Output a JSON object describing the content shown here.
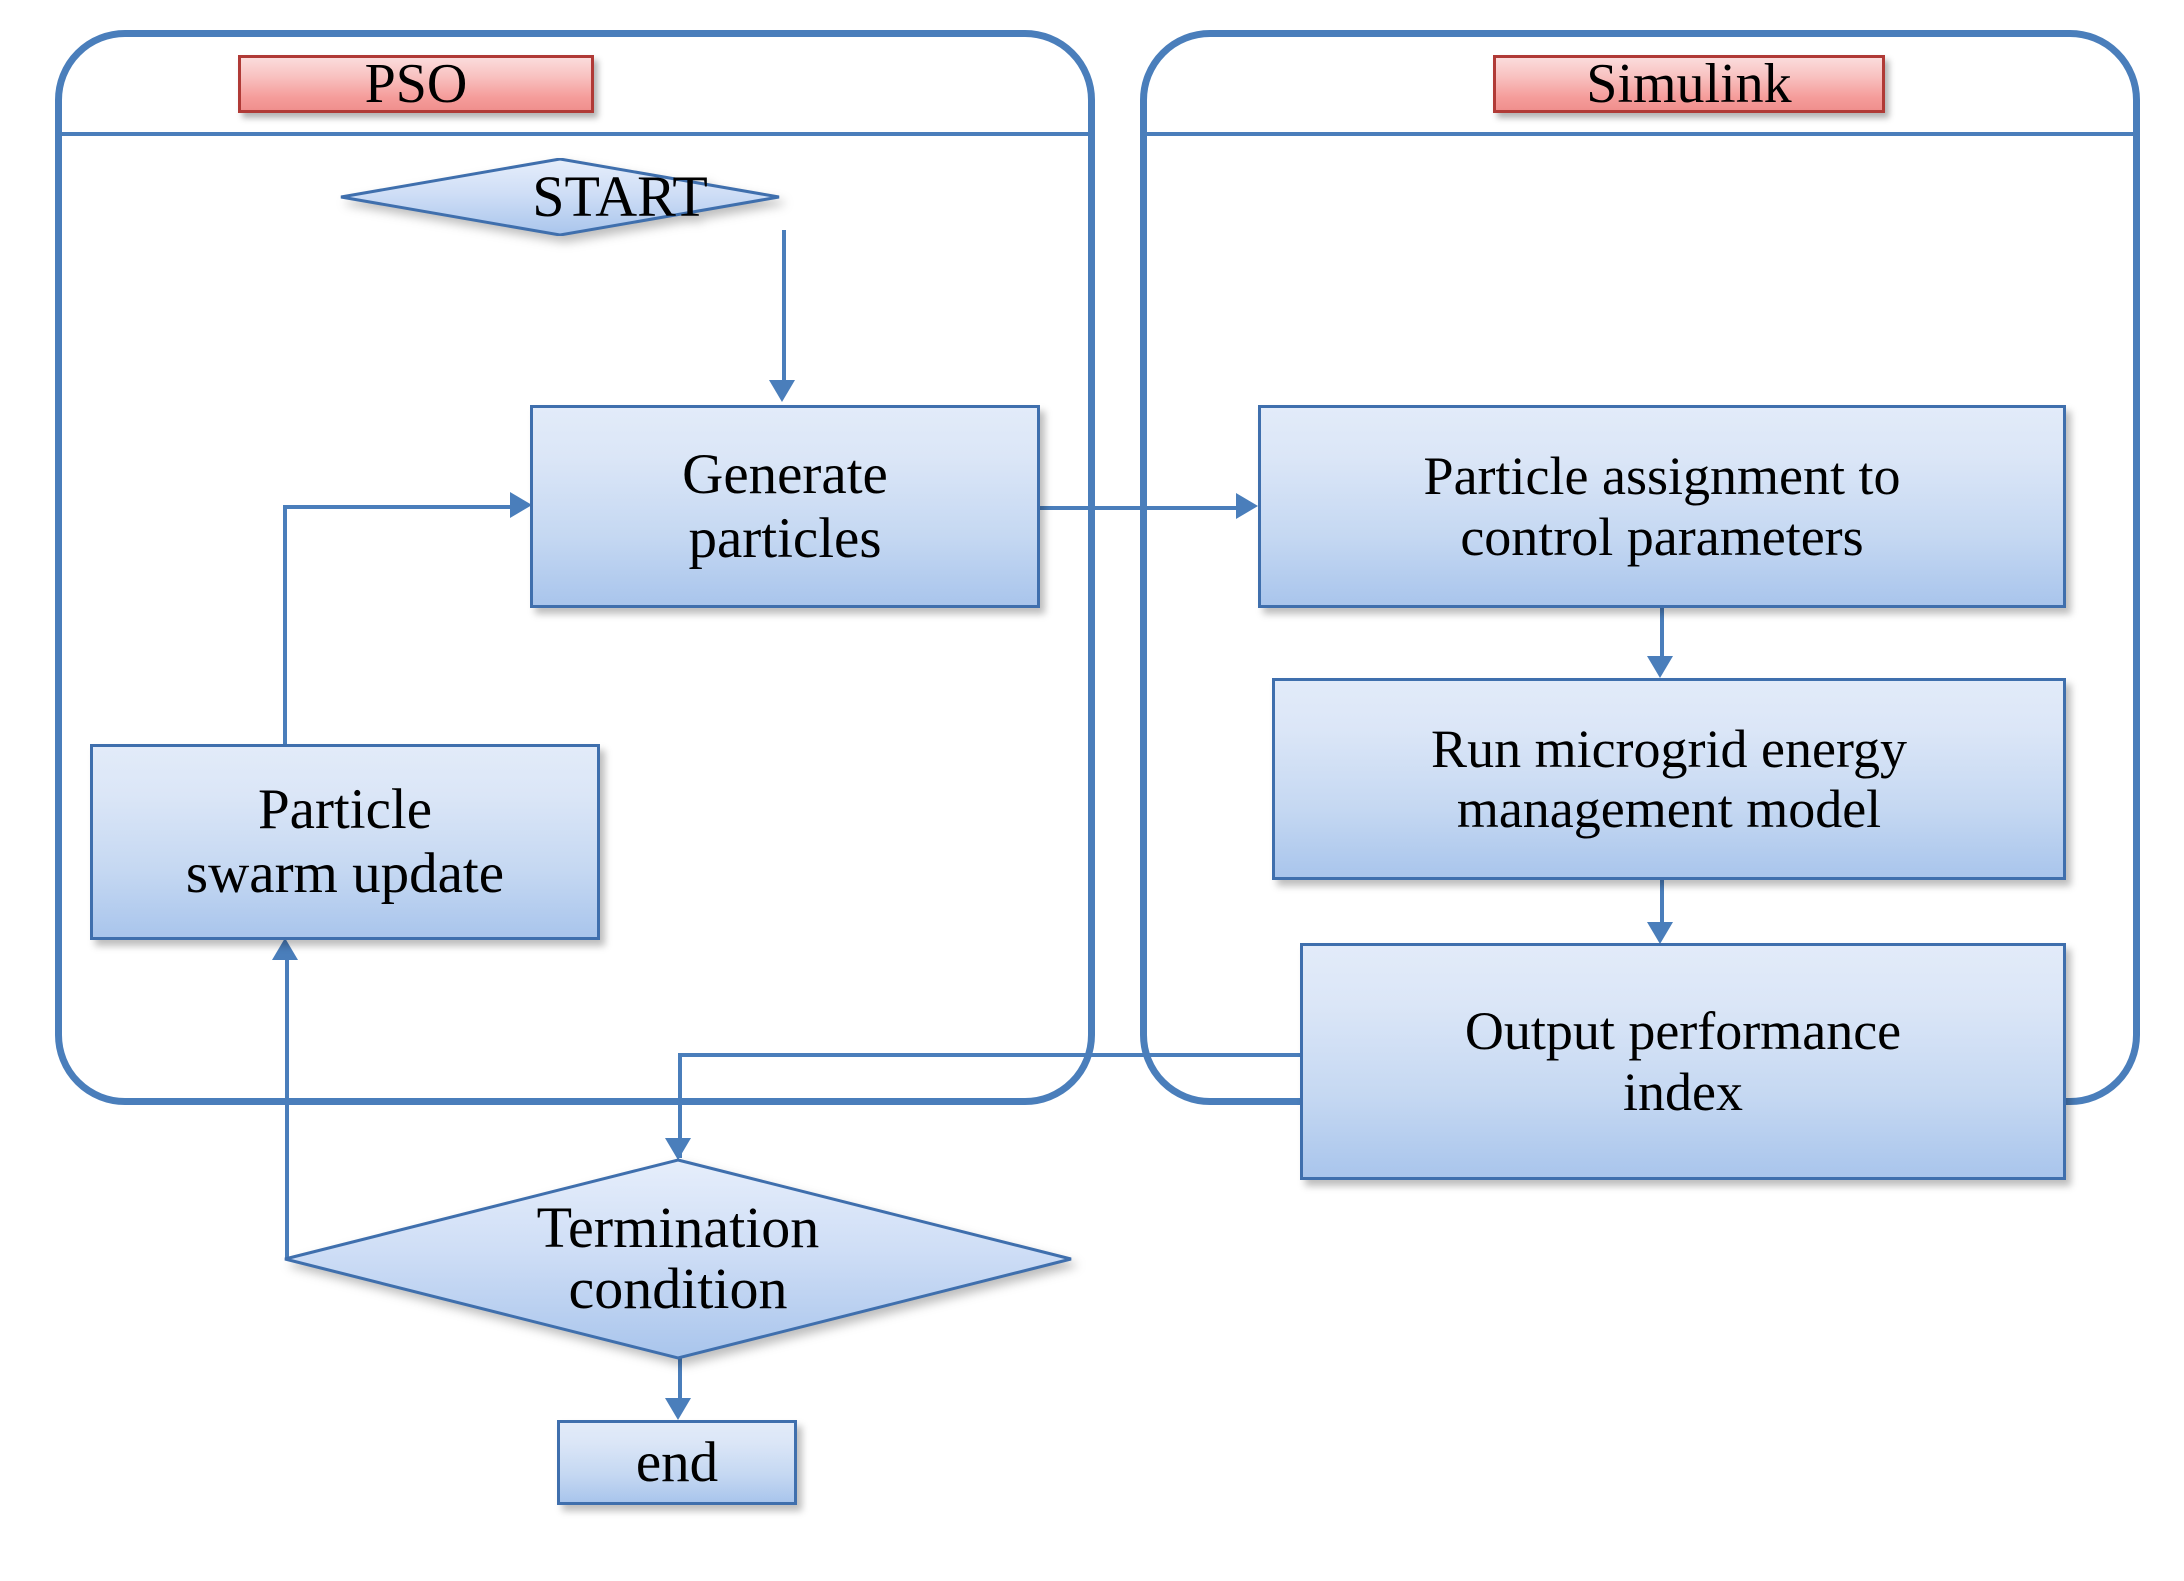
{
  "diagram": {
    "title": "PSO-Simulink co-simulation optimization flowchart",
    "colors": {
      "container_border": "#4a7ebb",
      "box_border": "#3f6fad",
      "box_fill_top": "#e2ebf9",
      "box_fill_bottom": "#a9c5ec",
      "pill_fill_top": "#fbdcdc",
      "pill_fill_bottom": "#f08f8d",
      "pill_border": "#b03a36",
      "connector": "#4a7ebb",
      "text": "#000000",
      "background": "#ffffff"
    }
  },
  "containers": [
    {
      "id": "pso",
      "label": "PSO"
    },
    {
      "id": "simulink",
      "label": "Simulink"
    }
  ],
  "nodes": {
    "start": {
      "label": "START",
      "shape": "diamond"
    },
    "generate_particles": {
      "label": "Generate\nparticles",
      "shape": "process"
    },
    "particle_swarm_update": {
      "label": "Particle\nswarm update",
      "shape": "process"
    },
    "termination": {
      "label": "Termination\ncondition",
      "shape": "diamond"
    },
    "end": {
      "label": "end",
      "shape": "process"
    },
    "particle_assignment": {
      "label": "Particle assignment to\ncontrol parameters",
      "shape": "process"
    },
    "run_model": {
      "label": "Run microgrid energy\nmanagement model",
      "shape": "process"
    },
    "output_index": {
      "label": "Output performance\nindex",
      "shape": "process"
    }
  },
  "node_lines": {
    "start": [
      "START"
    ],
    "generate_particles": [
      "Generate",
      "particles"
    ],
    "particle_swarm_update": [
      "Particle",
      "swarm update"
    ],
    "termination": [
      "Termination",
      "condition"
    ],
    "end": [
      "end"
    ],
    "particle_assignment": [
      "Particle assignment to",
      "control parameters"
    ],
    "run_model": [
      "Run microgrid energy",
      "management model"
    ],
    "output_index": [
      "Output performance",
      "index"
    ]
  },
  "edges": [
    {
      "from": "start",
      "to": "generate_particles",
      "style": "arrow-down"
    },
    {
      "from": "generate_particles",
      "to": "particle_assignment",
      "style": "arrow-right"
    },
    {
      "from": "particle_assignment",
      "to": "run_model",
      "style": "arrow-down"
    },
    {
      "from": "run_model",
      "to": "output_index",
      "style": "arrow-down"
    },
    {
      "from": "output_index",
      "to": "termination",
      "style": "elbow-left-down"
    },
    {
      "from": "termination",
      "to": "particle_swarm_update",
      "style": "elbow-left-up"
    },
    {
      "from": "particle_swarm_update",
      "to": "generate_particles",
      "style": "elbow-up-right"
    },
    {
      "from": "termination",
      "to": "end",
      "style": "arrow-down"
    }
  ]
}
